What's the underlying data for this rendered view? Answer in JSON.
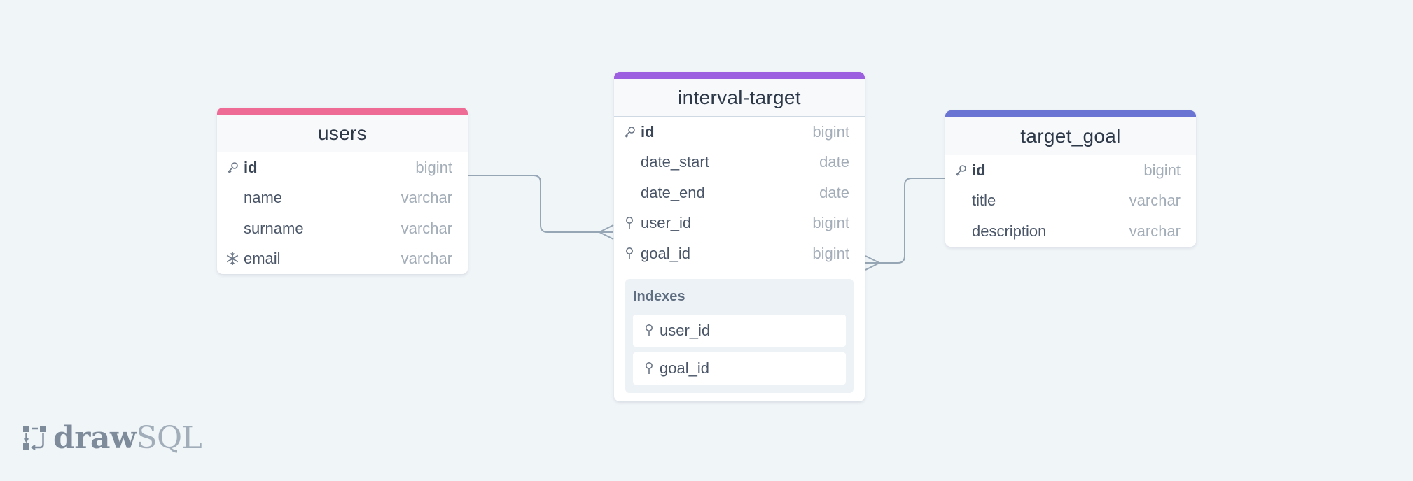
{
  "colors": {
    "background": "#f0f5f8",
    "users_accent": "#ee6b95",
    "interval_accent": "#9c5fe0",
    "target_goal_accent": "#6a74d3",
    "relation_line": "#97a6b5"
  },
  "tables": {
    "users": {
      "name": "users",
      "columns": [
        {
          "name": "id",
          "type": "bigint",
          "icon": "key-icon"
        },
        {
          "name": "name",
          "type": "varchar",
          "icon": ""
        },
        {
          "name": "surname",
          "type": "varchar",
          "icon": ""
        },
        {
          "name": "email",
          "type": "varchar",
          "icon": "unique-snowflake-icon"
        }
      ]
    },
    "interval_target": {
      "name": "interval-target",
      "columns": [
        {
          "name": "id",
          "type": "bigint",
          "icon": "key-icon"
        },
        {
          "name": "date_start",
          "type": "date",
          "icon": ""
        },
        {
          "name": "date_end",
          "type": "date",
          "icon": ""
        },
        {
          "name": "user_id",
          "type": "bigint",
          "icon": "index-pin-icon"
        },
        {
          "name": "goal_id",
          "type": "bigint",
          "icon": "index-pin-icon"
        }
      ],
      "indexes": {
        "title": "Indexes",
        "items": [
          "user_id",
          "goal_id"
        ]
      }
    },
    "target_goal": {
      "name": "target_goal",
      "columns": [
        {
          "name": "id",
          "type": "bigint",
          "icon": "key-icon"
        },
        {
          "name": "title",
          "type": "varchar",
          "icon": ""
        },
        {
          "name": "description",
          "type": "varchar",
          "icon": ""
        }
      ]
    }
  },
  "relations": [
    {
      "from": "users.id",
      "to": "interval-target.user_id",
      "cardinality": "one-to-many"
    },
    {
      "from": "target_goal.id",
      "to": "interval-target.goal_id",
      "cardinality": "one-to-many"
    }
  ],
  "logo": {
    "bold": "draw",
    "light": "SQL"
  }
}
